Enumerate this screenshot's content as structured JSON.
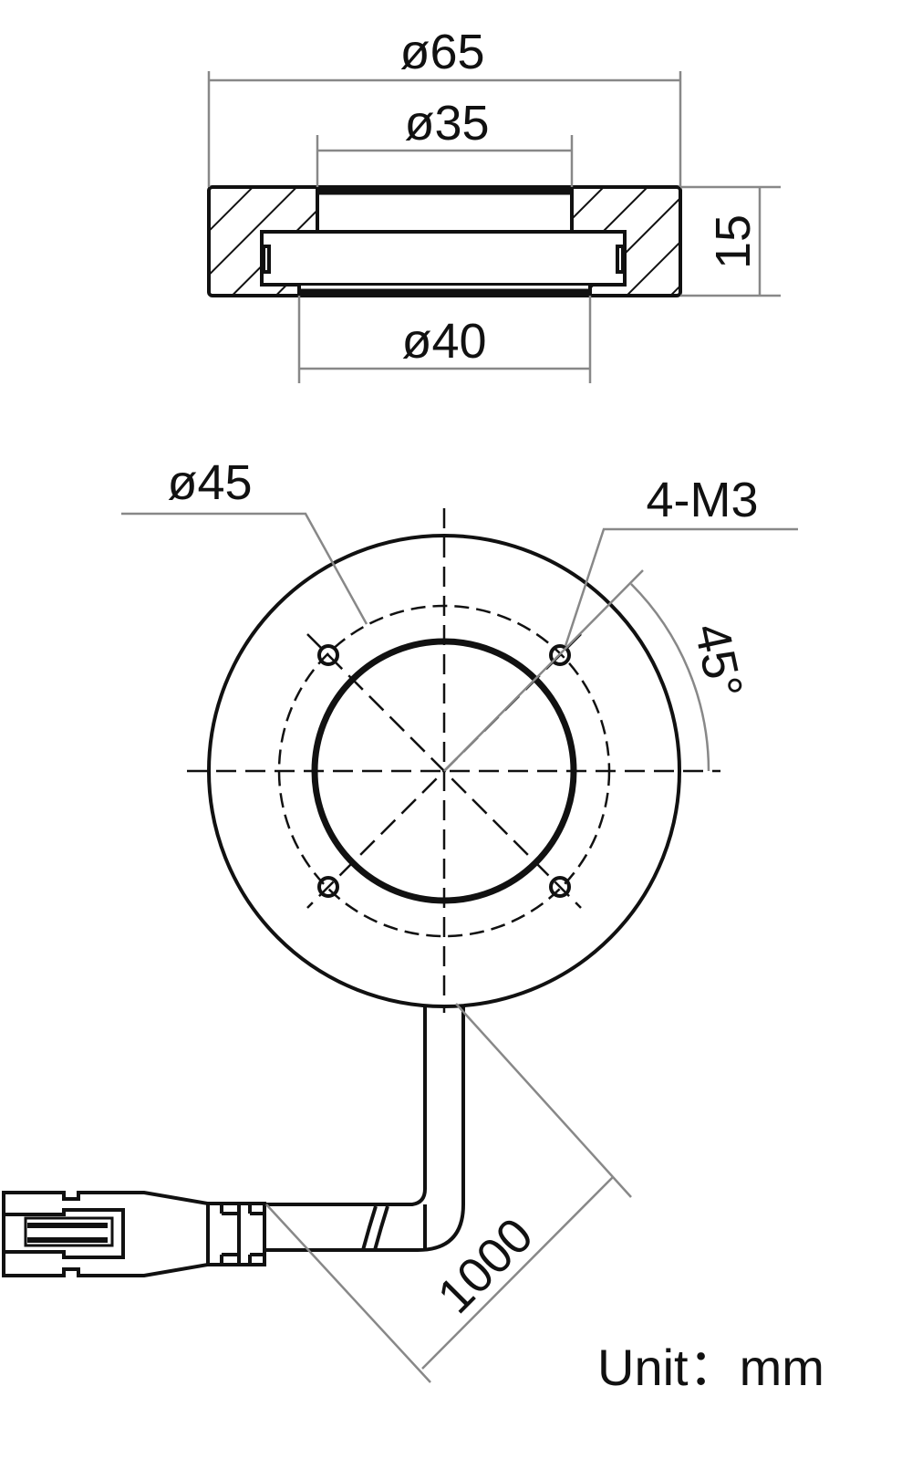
{
  "section_view": {
    "outer_diameter": "ø65",
    "inner_diameter": "ø35",
    "bottom_diameter": "ø40",
    "height": "15"
  },
  "front_view": {
    "bolt_circle_diameter": "ø45",
    "holes": "4-M3",
    "angle": "45°"
  },
  "cable": {
    "length": "1000"
  },
  "unit_label": "Unit：mm",
  "colors": {
    "line": "#111111",
    "dimension": "#888888"
  }
}
